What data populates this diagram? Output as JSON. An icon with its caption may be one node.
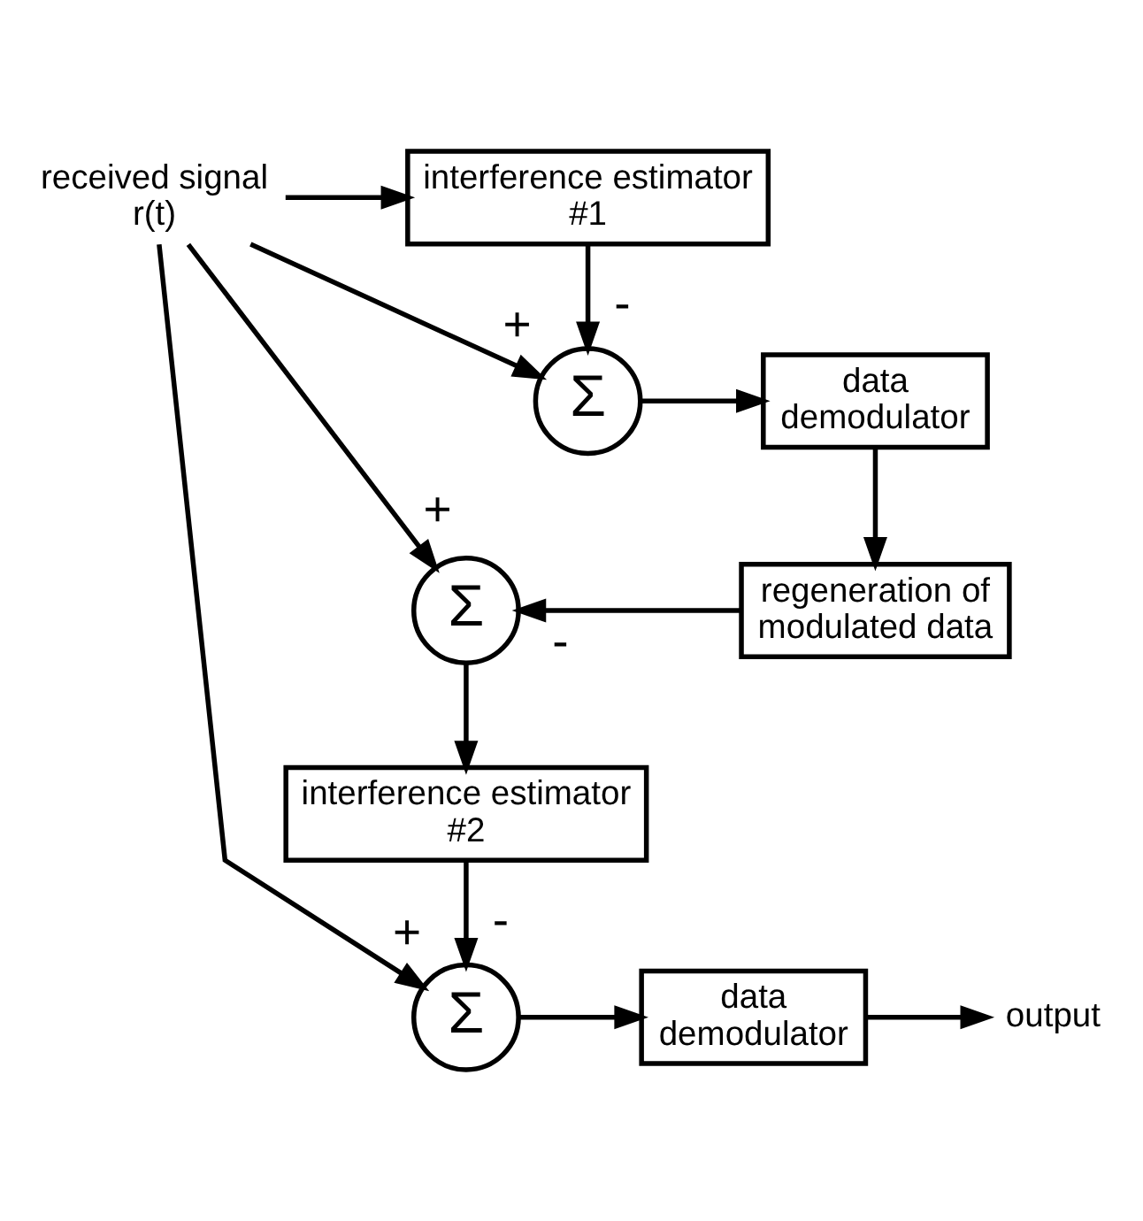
{
  "diagram": {
    "nodes": [
      {
        "text": [
          "received signal r(t)"
        ]
      },
      {
        "text": [
          "interference estimator #1"
        ]
      },
      {
        "text": [
          "Σ"
        ]
      },
      {
        "text": [
          "data demodulator"
        ]
      },
      {
        "text": [
          "Σ"
        ]
      },
      {
        "text": [
          "regeneration of modulated data"
        ]
      },
      {
        "text": [
          "interference estimator #2"
        ]
      },
      {
        "text": [
          "Σ"
        ]
      },
      {
        "text": [
          "data demodulator"
        ]
      },
      {
        "text": [
          "output"
        ]
      }
    ],
    "edges": [
      {
        "from": 0,
        "to": 1,
        "arrow": "to"
      },
      {
        "from": 1,
        "to": 2,
        "arrow": "to",
        "label": "-"
      },
      {
        "from": 0,
        "to": 2,
        "arrow": "to",
        "label": "+"
      },
      {
        "from": 2,
        "to": 3,
        "arrow": "to"
      },
      {
        "from": 3,
        "to": 5,
        "arrow": "to"
      },
      {
        "from": 5,
        "to": 4,
        "arrow": "to",
        "label": "-"
      },
      {
        "from": 0,
        "to": 4,
        "arrow": "to",
        "label": "+"
      },
      {
        "from": 4,
        "to": 6,
        "arrow": "to"
      },
      {
        "from": 6,
        "to": 7,
        "arrow": "to",
        "label": "-"
      },
      {
        "from": 0,
        "to": 7,
        "arrow": "to",
        "label": "+"
      },
      {
        "from": 7,
        "to": 8,
        "arrow": "to"
      },
      {
        "from": 8,
        "to": 9,
        "arrow": "to"
      }
    ]
  }
}
